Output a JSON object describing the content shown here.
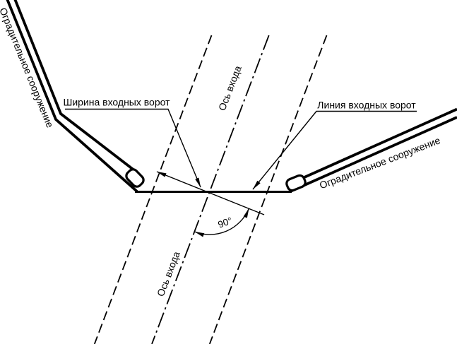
{
  "diagram": {
    "type": "technical-scheme",
    "subject": "harbour entrance gates between protective structures",
    "colors": {
      "line": "#000000",
      "background": "#ffffff"
    },
    "labels": {
      "structure_left": "Оградительное сооружение",
      "structure_right": "Оградительное сооружение",
      "gate_width": "Ширина входных ворот",
      "gate_line": "Линия входных ворот",
      "axis_top": "Ось входа",
      "axis_bottom": "Ось входа",
      "angle_90": "90°"
    }
  }
}
